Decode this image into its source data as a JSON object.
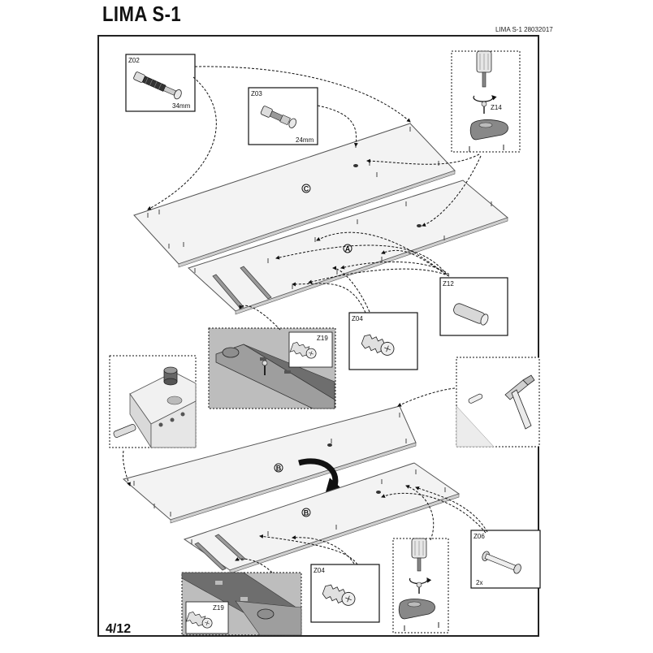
{
  "header": {
    "title": "LIMA  S-1",
    "doc_code": "LIMA  S-1 28032017"
  },
  "footer": {
    "page_number": "4/12"
  },
  "parts": {
    "z02": {
      "code": "Z02",
      "size": "34mm"
    },
    "z03": {
      "code": "Z03",
      "size": "24mm"
    },
    "z14": {
      "code": "Z14"
    },
    "z12": {
      "code": "Z12"
    },
    "z04_top": {
      "code": "Z04"
    },
    "z19_top": {
      "code": "Z19"
    },
    "z06": {
      "code": "Z06",
      "qty": "2x"
    },
    "z04_bottom": {
      "code": "Z04"
    },
    "z19_bottom": {
      "code": "Z19"
    }
  },
  "panels": {
    "c": "C",
    "a": "A",
    "b_top": "B",
    "b_bottom": "B"
  },
  "colors": {
    "panel_fill": "#f2f2f2",
    "panel_stroke": "#555555",
    "detail_bg": "#bdbdbd",
    "ink": "#111111"
  }
}
